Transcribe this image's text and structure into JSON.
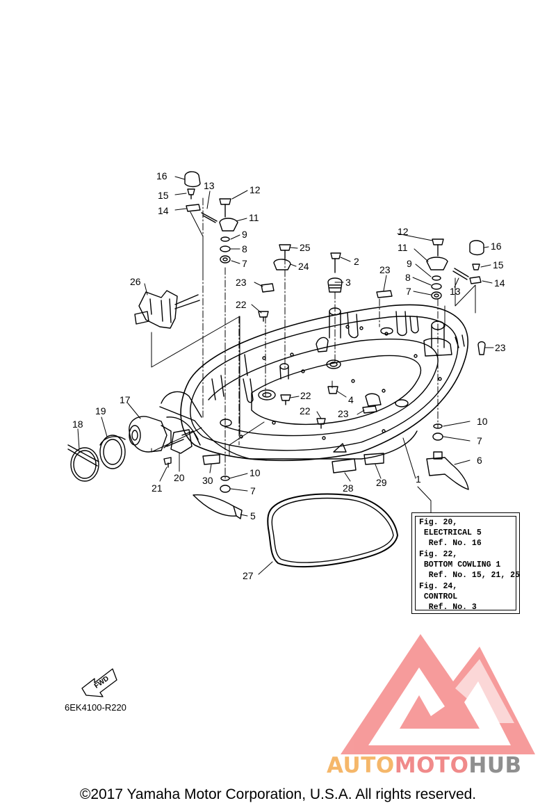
{
  "callouts": {
    "c1": "1",
    "c2": "2",
    "c3": "3",
    "c4": "4",
    "c5": "5",
    "c6": "6",
    "c7a": "7",
    "c7b": "7",
    "c7c": "7",
    "c7d": "7",
    "c8a": "8",
    "c8b": "8",
    "c9a": "9",
    "c9b": "9",
    "c10a": "10",
    "c10b": "10",
    "c11a": "11",
    "c11b": "11",
    "c12a": "12",
    "c12b": "12",
    "c13a": "13",
    "c13b": "13",
    "c14a": "14",
    "c14b": "14",
    "c15a": "15",
    "c15b": "15",
    "c16a": "16",
    "c16b": "16",
    "c17": "17",
    "c18": "18",
    "c19": "19",
    "c20": "20",
    "c21": "21",
    "c22a": "22",
    "c22b": "22",
    "c22c": "22",
    "c23a": "23",
    "c23b": "23",
    "c23c": "23",
    "c23d": "23",
    "c24": "24",
    "c25": "25",
    "c26": "26",
    "c27": "27",
    "c28": "28",
    "c29": "29",
    "c30": "30"
  },
  "reference_box": {
    "lines": [
      "Fig. 20,",
      " ELECTRICAL 5",
      "  Ref. No. 16",
      "Fig. 22,",
      " BOTTOM COWLING 1",
      "  Ref. No. 15, 21, 25",
      "Fig. 24,",
      " CONTROL",
      "  Ref. No. 3"
    ]
  },
  "fwd_label": "FWD",
  "drawing_code": "6EK4100-R220",
  "watermark": {
    "part1": "AUTO",
    "part2": "MOTO",
    "part3": "HUB",
    "color1": "#f5b76a",
    "color2": "#f08a8a",
    "color3": "#8f8f8f"
  },
  "copyright": "©2017 Yamaha Motor Corporation, U.S.A. All rights reserved."
}
